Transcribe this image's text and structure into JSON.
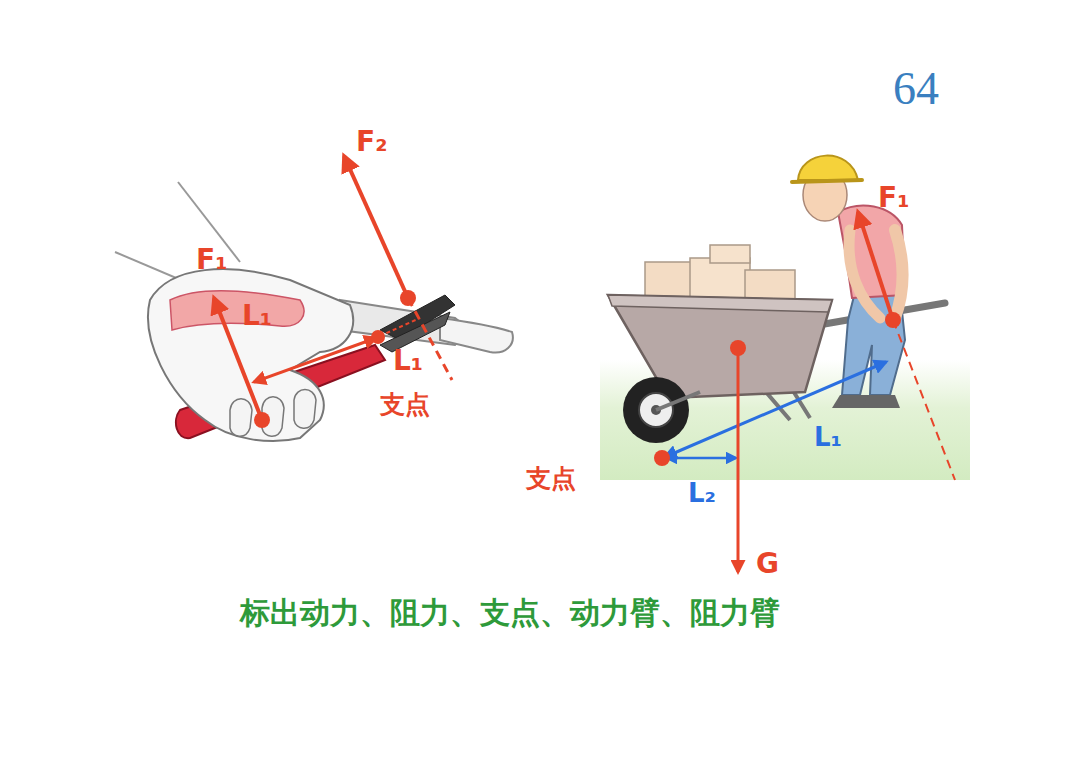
{
  "diagram": {
    "caption": "标出动力、阻力、支点、动力臂、阻力臂",
    "labels": [
      "64",
      "F₂",
      "F₁",
      "L₁",
      "L₁",
      "支点",
      "F₁",
      "L₁",
      "L₂",
      "支点",
      "G"
    ]
  }
}
